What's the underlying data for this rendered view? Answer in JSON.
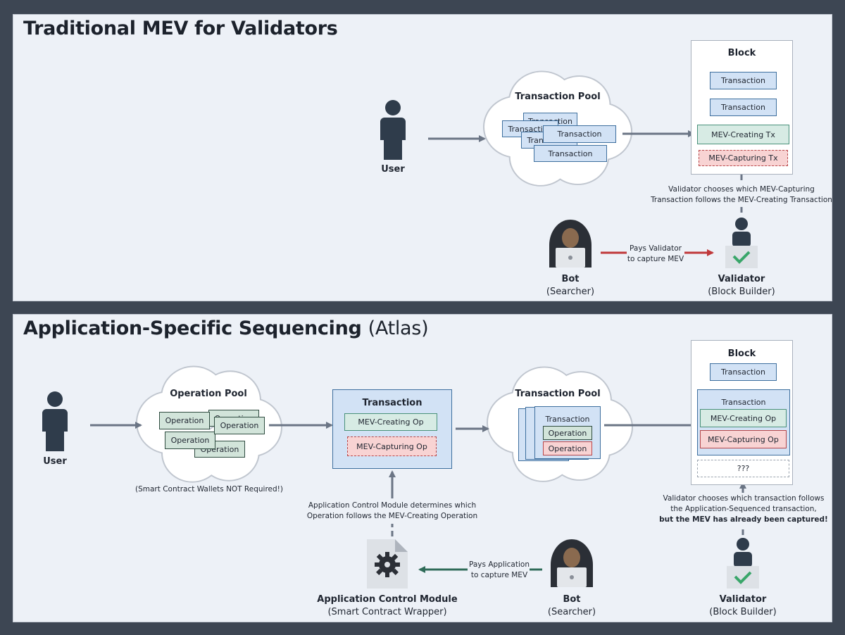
{
  "colors": {
    "frame": "#3d4653",
    "panel": "#edf1f7",
    "transaction_fill": "#d2e2f5",
    "transaction_border": "#3e6f9e",
    "mev_creating_fill": "#d7ebe4",
    "mev_capturing_fill": "#f8d3d3",
    "operation_fill": "#d2e4da",
    "person": "#2f3c4b",
    "pay_arrow_red": "#c0393b",
    "pay_arrow_green": "#2f6b58"
  },
  "top": {
    "title": "Traditional MEV for Validators",
    "user_label": "User",
    "pool": {
      "title": "Transaction Pool",
      "items": [
        "Transaction",
        "Transaction",
        "Transaction",
        "Transaction",
        "Transaction"
      ]
    },
    "block": {
      "title": "Block",
      "tx1": "Transaction",
      "tx2": "Transaction",
      "mev_creating": "MEV-Creating Tx",
      "mev_capturing": "MEV-Capturing Tx"
    },
    "validator_note_line1": "Validator chooses which MEV-Capturing",
    "validator_note_line2": "Transaction follows the MEV-Creating Transaction",
    "pay_label_line1": "Pays Validator",
    "pay_label_line2": "to capture MEV",
    "bot_title": "Bot",
    "bot_subtitle": "(Searcher)",
    "validator_title": "Validator",
    "validator_subtitle": "(Block Builder)"
  },
  "bottom": {
    "title_bold": "Application-Specific Sequencing",
    "title_light": "(Atlas)",
    "user_label": "User",
    "op_pool": {
      "title": "Operation Pool",
      "items": [
        "Operation",
        "Operation",
        "Operation",
        "Operation",
        "Operation"
      ],
      "note": "(Smart Contract Wallets NOT Required!)"
    },
    "transaction": {
      "title": "Transaction",
      "mev_creating": "MEV-Creating Op",
      "mev_capturing": "MEV-Capturing Op"
    },
    "acm_note_line1": "Application Control Module determines which",
    "acm_note_line2": "Operation follows the MEV-Creating Operation",
    "tx_pool": {
      "title": "Transaction Pool",
      "card_title": "Transaction",
      "op1": "Operation",
      "op2": "Operation"
    },
    "block": {
      "title": "Block",
      "tx1": "Transaction",
      "inner_title": "Transaction",
      "mev_creating": "MEV-Creating Op",
      "mev_capturing": "MEV-Capturing Op",
      "unknown": "???"
    },
    "validator_note_line1": "Validator chooses which transaction follows",
    "validator_note_line2": "the Application-Sequenced transaction,",
    "validator_note_line3": "but the MEV has already been captured!",
    "pay_label_line1": "Pays Application",
    "pay_label_line2": "to capture MEV",
    "acm_title": "Application Control Module",
    "acm_subtitle": "(Smart Contract Wrapper)",
    "bot_title": "Bot",
    "bot_subtitle": "(Searcher)",
    "validator_title": "Validator",
    "validator_subtitle": "(Block Builder)"
  }
}
